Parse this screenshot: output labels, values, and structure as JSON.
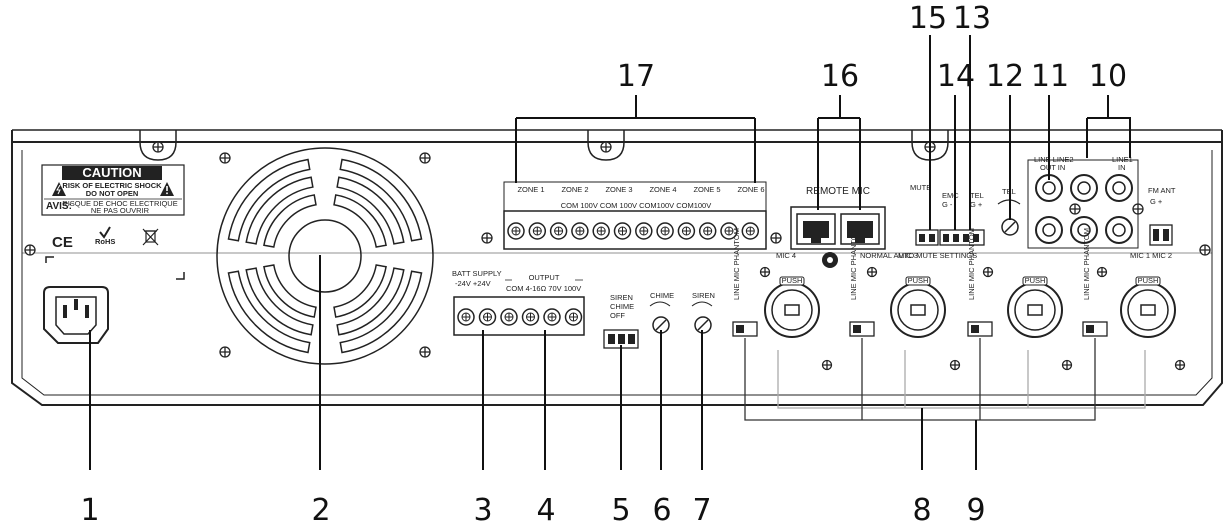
{
  "callouts": [
    {
      "id": "1",
      "label": "1"
    },
    {
      "id": "2",
      "label": "2"
    },
    {
      "id": "3",
      "label": "3"
    },
    {
      "id": "4",
      "label": "4"
    },
    {
      "id": "5",
      "label": "5"
    },
    {
      "id": "6",
      "label": "6"
    },
    {
      "id": "7",
      "label": "7"
    },
    {
      "id": "8",
      "label": "8"
    },
    {
      "id": "9",
      "label": "9"
    },
    {
      "id": "10",
      "label": "10"
    },
    {
      "id": "11",
      "label": "11"
    },
    {
      "id": "12",
      "label": "12"
    },
    {
      "id": "13",
      "label": "13"
    },
    {
      "id": "14",
      "label": "14"
    },
    {
      "id": "15",
      "label": "15"
    },
    {
      "id": "16",
      "label": "16"
    },
    {
      "id": "17",
      "label": "17"
    }
  ],
  "caution": {
    "title": "CAUTION",
    "line1": "RISK OF ELECTRIC SHOCK",
    "line2": "DO NOT OPEN",
    "avis": "AVIS:",
    "avis1": "RISQUE DE CHOC ELECTRIQUE",
    "avis2": "NE PAS OUVRIR"
  },
  "marks": {
    "ce": "CE",
    "rohs": "RoHS"
  },
  "zones": {
    "labels": [
      "ZONE 1",
      "ZONE 2",
      "ZONE 3",
      "ZONE 4",
      "ZONE 5",
      "ZONE 6"
    ],
    "terminals": "COM 100V  COM 100V  COM100V COM100V"
  },
  "remote": {
    "label": "REMOTE MIC"
  },
  "panel_labels": {
    "batt_supply": "BATT SUPPLY",
    "batt_sub": "-24V   +24V",
    "output": "OUTPUT",
    "output_sub": "COM  4-16Ω  70V  100V",
    "switch5": [
      "SIREN",
      "CHIME",
      "OFF"
    ],
    "chime": "CHIME",
    "siren": "SIREN",
    "mute": "MUTE",
    "emc": "EMC",
    "emc_sub": "G  -",
    "tel": "TEL",
    "tel_sub": "G +",
    "tel_knob": "TEL",
    "line_out": "LINE LINE2",
    "line_out_sub": "OUT IN",
    "line1": "LINE1",
    "line1_sub": "IN",
    "fm_ant": "FM ANT",
    "fm_sub": "G  +",
    "mic4": "MIC 4",
    "mic3": "MIC 3",
    "mic12": "MIC 1 MIC 2",
    "mic_mode": "LINE MIC PHANTOM",
    "normal_note": "NORMAL\nAUTO\nMUTE\nSETTINGS",
    "push": "PUSH"
  }
}
